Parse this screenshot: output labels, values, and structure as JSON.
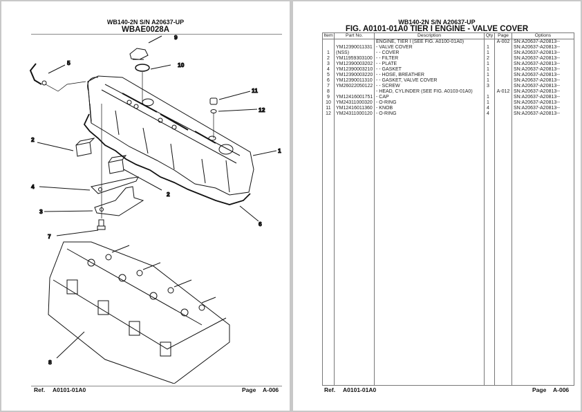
{
  "left_page": {
    "model": "WB140-2N S/N A20637-UP",
    "illustration_id": "WBAE0028A",
    "callouts": [
      "9",
      "10",
      "5",
      "11",
      "12",
      "2",
      "1",
      "2",
      "4",
      "3",
      "6",
      "7",
      "8"
    ],
    "footer": {
      "ref_label": "Ref.",
      "ref_value": "A0101-01A0",
      "page_label": "Page",
      "page_value": "A-006"
    }
  },
  "right_page": {
    "model": "WB140-2N S/N A20637-UP",
    "figure_title": "FIG. A0101-01A0 TIER I ENGINE - VALVE COVER",
    "table": {
      "headers": [
        "Item",
        "Part No.",
        "Description",
        "Qty",
        "Page",
        "Options"
      ],
      "rows": [
        {
          "item": "",
          "part_no": "",
          "description": "ENGINE, TIER I (SEE FIG. A0100-01A0)",
          "qty": "",
          "page": "A-002",
          "options": "SN:A20637-A20813--"
        },
        {
          "item": "",
          "part_no": "YM12390011331",
          "description": "-  VALVE COVER",
          "qty": "1",
          "page": "",
          "options": "SN:A20637-A20813--"
        },
        {
          "item": "1",
          "part_no": "(NSS)",
          "description": "- -  COVER",
          "qty": "1",
          "page": "",
          "options": "SN:A20637-A20813--"
        },
        {
          "item": "2",
          "part_no": "YM11959303100",
          "description": "- -  FILTER",
          "qty": "2",
          "page": "",
          "options": "SN:A20637-A20813--"
        },
        {
          "item": "3",
          "part_no": "YM12390003202",
          "description": "- -  PLATE",
          "qty": "1",
          "page": "",
          "options": "SN:A20637-A20813--"
        },
        {
          "item": "4",
          "part_no": "YM12390003210",
          "description": "- -  GASKET",
          "qty": "1",
          "page": "",
          "options": "SN:A20637-A20813--"
        },
        {
          "item": "5",
          "part_no": "YM12390003220",
          "description": "- -  HOSE, BREATHER",
          "qty": "1",
          "page": "",
          "options": "SN:A20637-A20813--"
        },
        {
          "item": "6",
          "part_no": "YM12390011310",
          "description": "- -  GASKET, VALVE COVER",
          "qty": "1",
          "page": "",
          "options": "SN:A20637-A20813--"
        },
        {
          "item": "7",
          "part_no": "YM26022050122",
          "description": "- -  SCREW",
          "qty": "3",
          "page": "",
          "options": "SN:A20637-A20813--"
        },
        {
          "item": "8",
          "part_no": "",
          "description": "-  HEAD, CYLINDER (SEE FIG. A0103-01A0)",
          "qty": "",
          "page": "A-012",
          "options": "SN:A20637-A20813--"
        },
        {
          "item": "9",
          "part_no": "YM12416001751",
          "description": "-  CAP",
          "qty": "1",
          "page": "",
          "options": "SN:A20637-A20813--"
        },
        {
          "item": "10",
          "part_no": "YM24311000320",
          "description": "-  O-RING",
          "qty": "1",
          "page": "",
          "options": "SN:A20637-A20813--"
        },
        {
          "item": "11",
          "part_no": "YM12416011360",
          "description": "-  KNOB",
          "qty": "4",
          "page": "",
          "options": "SN:A20637-A20813--"
        },
        {
          "item": "12",
          "part_no": "YM24311000120",
          "description": "-  O-RING",
          "qty": "4",
          "page": "",
          "options": "SN:A20637-A20813--"
        }
      ]
    },
    "footer": {
      "ref_label": "Ref.",
      "ref_value": "A0101-01A0",
      "page_label": "Page",
      "page_value": "A-006"
    }
  }
}
